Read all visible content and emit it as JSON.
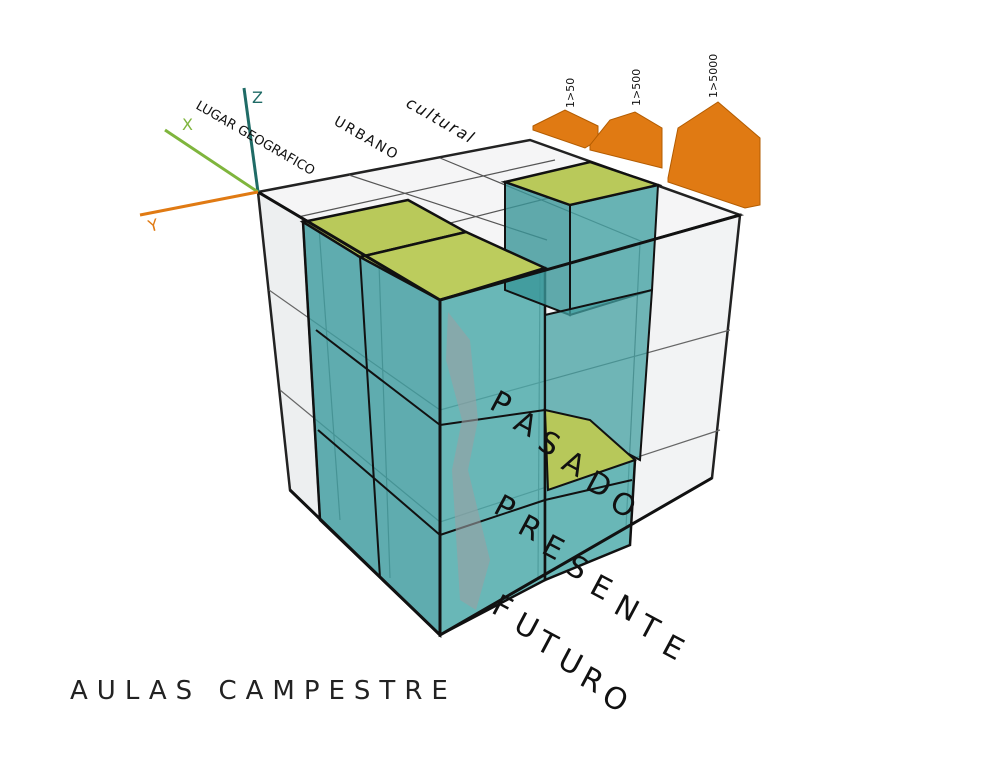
{
  "title": "AULAS CAMPESTRE",
  "axes": {
    "x_label": "X",
    "y_label": "Y",
    "z_label": "Z"
  },
  "top_labels": {
    "geografico": "LUGAR GEOGRAFICO",
    "urbano": "URBANO",
    "cultural": "cultural"
  },
  "time_labels": {
    "pasado": "PASADO",
    "presente": "PRESENTE",
    "futuro": "FUTURO"
  },
  "scales": [
    {
      "label": "1>50"
    },
    {
      "label": "1>500"
    },
    {
      "label": "1>5000"
    }
  ],
  "colors": {
    "teal": "#3f9ea0",
    "lime": "#b9c95a",
    "orange": "#e07a13",
    "x_axis": "#7fb53d",
    "z_axis": "#1f6b66",
    "y_axis": "#e07a13",
    "glass": "#e9ebec"
  }
}
